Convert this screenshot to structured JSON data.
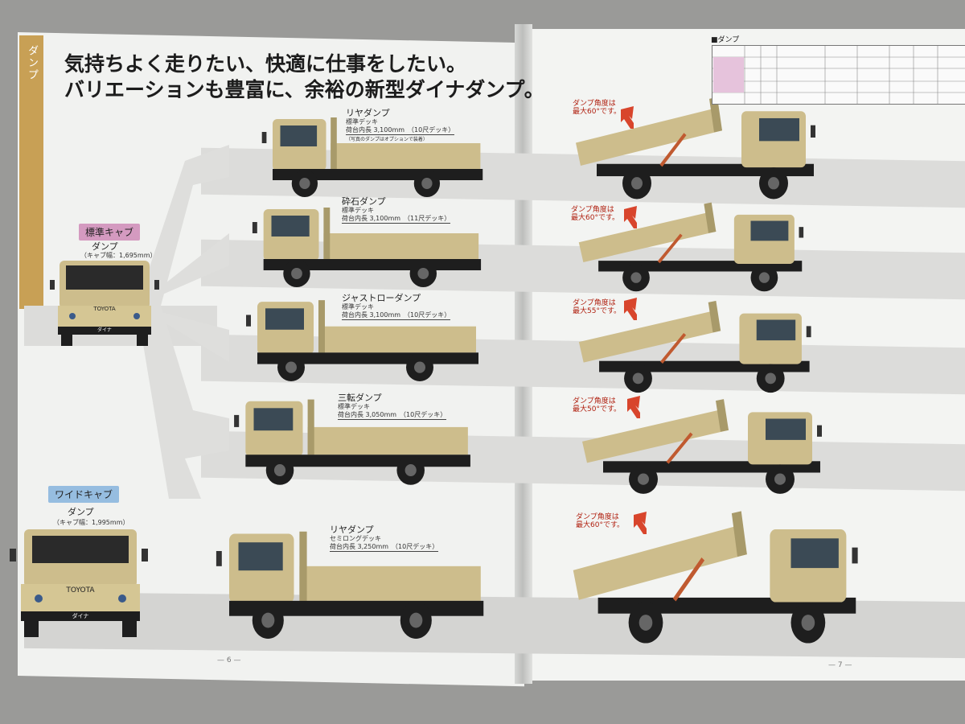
{
  "headline": {
    "line1": "気持ちよく走りたい、快適に仕事をしたい。",
    "line2": "バリエーションも豊富に、余裕の新型ダイナダンプ。"
  },
  "side_tab": "ダンプ",
  "spec_table_title": "■ダンプ",
  "cab_types": [
    {
      "badge": "標準キャブ",
      "model": "ダンプ",
      "note": "（キャブ幅：1,695mm）",
      "brand": "TOYOTA",
      "plate": "ダイナ"
    },
    {
      "badge": "ワイドキャブ",
      "model": "ダンプ",
      "note": "（キャブ幅：1,995mm）",
      "brand": "TOYOTA",
      "plate": "ダイナ"
    }
  ],
  "variants": [
    {
      "name": "リヤダンプ",
      "deck": "標準デッキ",
      "length": "荷台内長 3,100mm　（10尺デッキ）",
      "extra": "（写真のダンプはオプションで装着）",
      "tilt": "ダンプ角度は\n最大60°です。"
    },
    {
      "name": "砕石ダンプ",
      "deck": "標準デッキ",
      "length": "荷台内長 3,100mm　（11尺デッキ）",
      "extra": "",
      "tilt": "ダンプ角度は\n最大60°です。"
    },
    {
      "name": "ジャストローダンプ",
      "deck": "標準デッキ",
      "length": "荷台内長 3,100mm　（10尺デッキ）",
      "extra": "",
      "tilt": "ダンプ角度は\n最大55°です。"
    },
    {
      "name": "三転ダンプ",
      "deck": "標準デッキ",
      "length": "荷台内長 3,050mm　（10尺デッキ）",
      "extra": "",
      "tilt": "ダンプ角度は\n最大50°です。"
    },
    {
      "name": "リヤダンプ",
      "deck": "セミロングデッキ",
      "length": "荷台内長 3,250mm　（10尺デッキ）",
      "extra": "",
      "tilt": "ダンプ角度は\n最大60°です。"
    }
  ],
  "page_numbers": {
    "left": "— 6 —",
    "right": "— 7 —"
  },
  "colors": {
    "truck_body": "#cdbd8c",
    "truck_body_dark": "#a89a6a",
    "chassis": "#1e1e1e",
    "arrow": "#d8452c",
    "badge_standard": "#c98fb4",
    "badge_wide": "#8fb4d8",
    "tab": "#c8a055"
  },
  "icons": [
    "dump-angle-arrow-icon",
    "dump-truck-icon",
    "truck-front-icon"
  ]
}
